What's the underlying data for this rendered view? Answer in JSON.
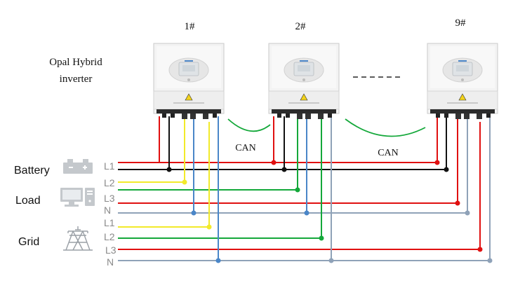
{
  "title": {
    "line1": "Opal Hybrid",
    "line2": "inverter"
  },
  "inverters": [
    {
      "label": "1#"
    },
    {
      "label": "2#"
    },
    {
      "label": "9#"
    }
  ],
  "can_labels": [
    "CAN",
    "CAN"
  ],
  "groups": {
    "battery": "Battery",
    "load": "Load",
    "grid": "Grid"
  },
  "bus_labels": {
    "battery_l1": "L1",
    "load_l2": "L2",
    "load_l3": "L3",
    "load_n": "N",
    "grid_l1": "L1",
    "grid_l2": "L2",
    "grid_l3": "L3",
    "grid_n": "N"
  },
  "icons": {
    "battery": "battery-icon",
    "load": "computer-icon",
    "grid": "power-tower-icon"
  },
  "colors": {
    "red": "#e01010",
    "black": "#111111",
    "yellow": "#f2ea2a",
    "green": "#14a83a",
    "blue": "#4a86c8",
    "grey": "#8fa2b8"
  }
}
